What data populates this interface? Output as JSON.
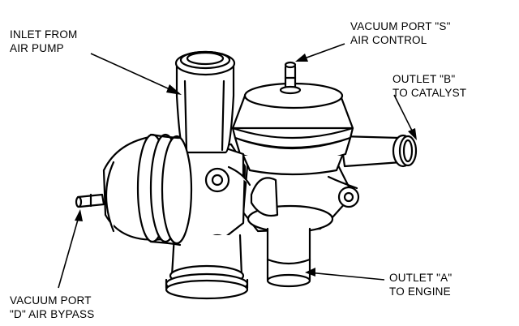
{
  "labels": {
    "inlet": {
      "line1": "INLET FROM",
      "line2": "AIR PUMP"
    },
    "vacuum_s": {
      "line1": "VACUUM PORT \"S\"",
      "line2": "AIR CONTROL"
    },
    "outlet_b": {
      "line1": "OUTLET \"B\"",
      "line2": "TO CATALYST"
    },
    "vacuum_d": {
      "line1": "VACUUM PORT",
      "line2": "\"D\" AIR BYPASS"
    },
    "outlet_a": {
      "line1": "OUTLET \"A\"",
      "line2": "TO ENGINE"
    }
  },
  "colors": {
    "ink": "#000000",
    "paper": "#ffffff"
  }
}
